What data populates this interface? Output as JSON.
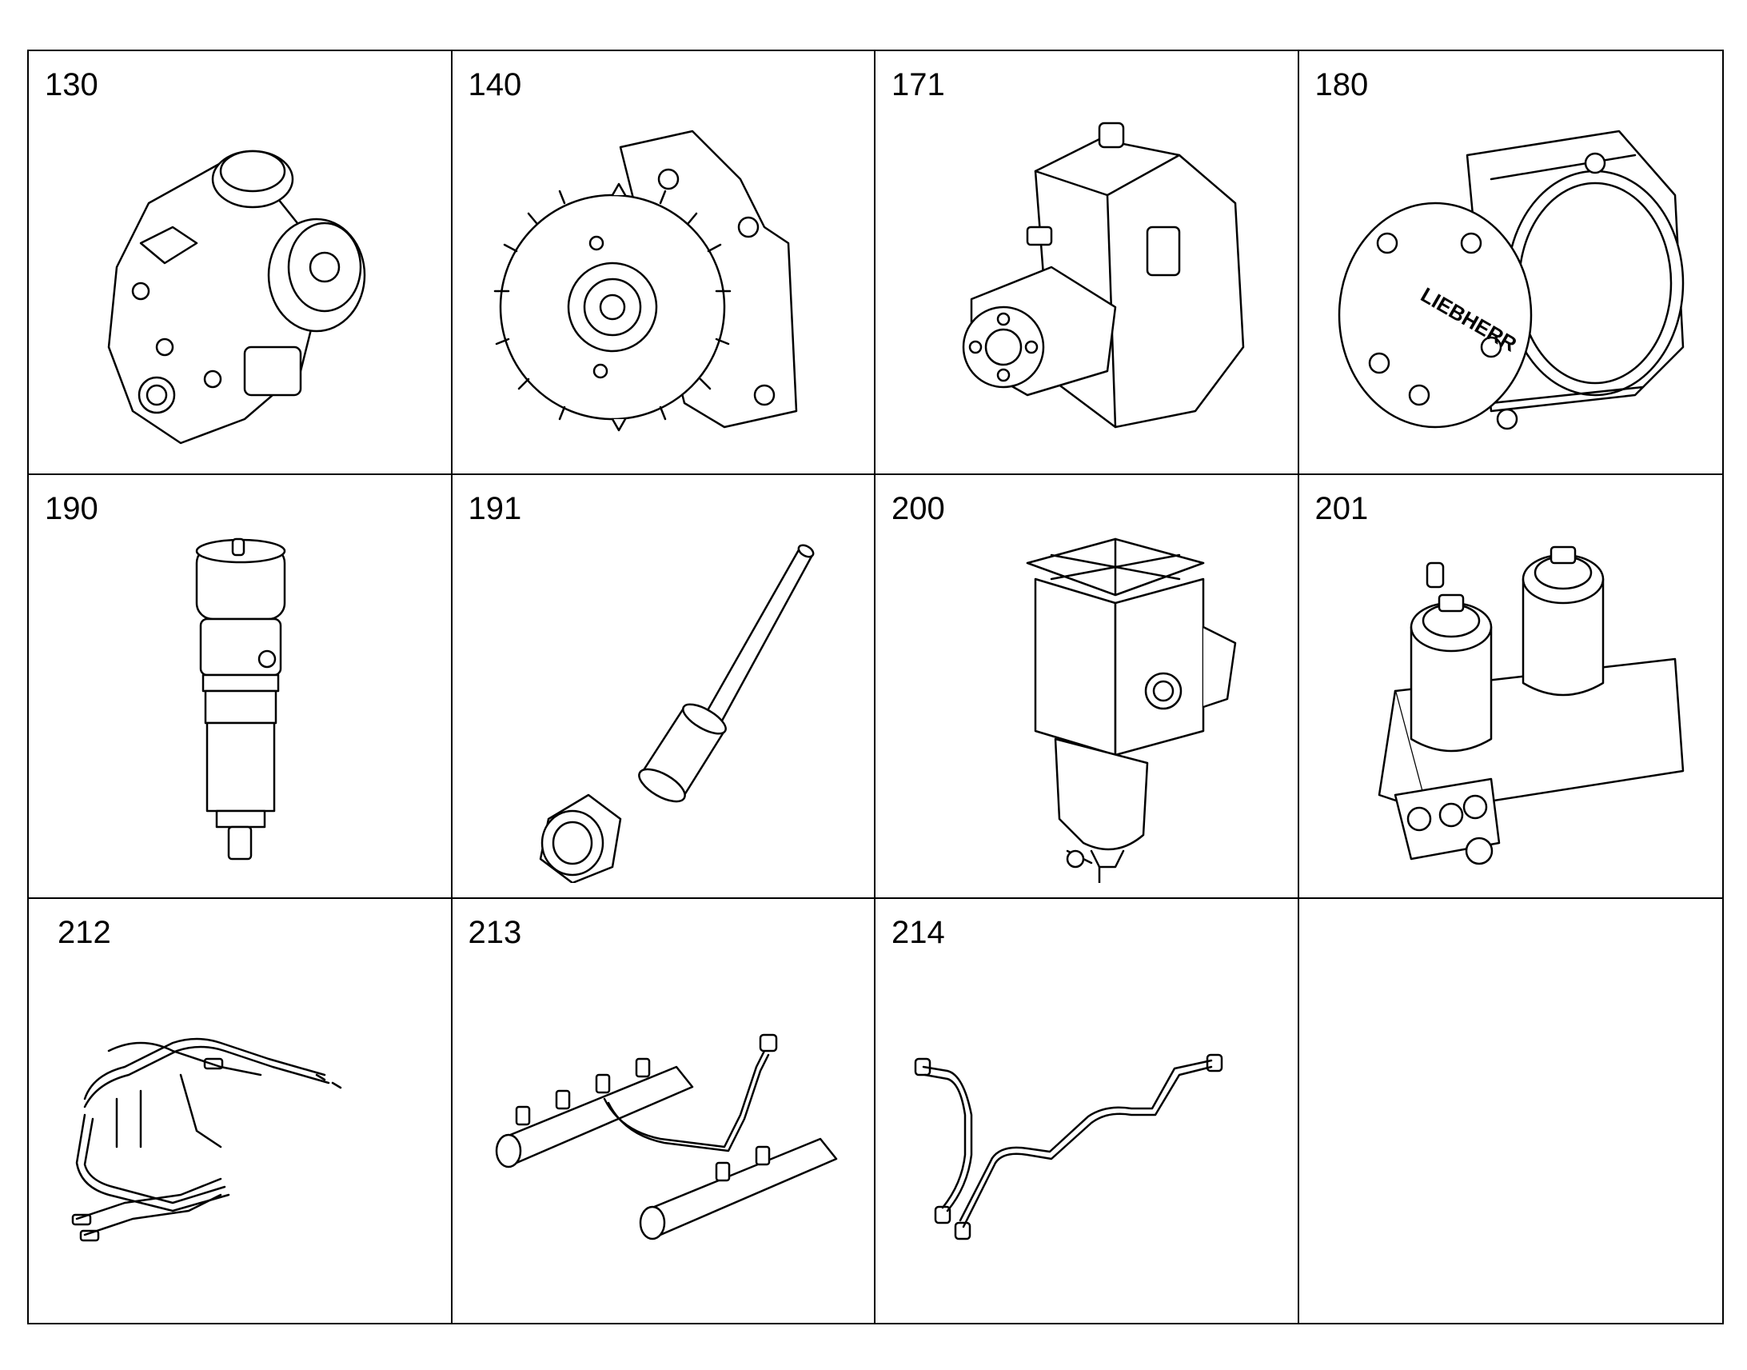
{
  "parts": [
    {
      "number": "130",
      "icon": "fuel-pump-filter-assembly-icon"
    },
    {
      "number": "140",
      "icon": "gear-pump-icon"
    },
    {
      "number": "171",
      "icon": "high-pressure-pump-icon"
    },
    {
      "number": "180",
      "icon": "compressor-icon"
    },
    {
      "number": "190",
      "icon": "injector-icon"
    },
    {
      "number": "191",
      "icon": "pressure-pipe-connector-icon"
    },
    {
      "number": "200",
      "icon": "fuel-prefilter-icon"
    },
    {
      "number": "201",
      "icon": "fuel-filter-housing-icon"
    },
    {
      "number": "212",
      "icon": "fuel-lines-icon"
    },
    {
      "number": "213",
      "icon": "common-rail-icon"
    },
    {
      "number": "214",
      "icon": "injection-pipe-icon"
    },
    {
      "number": "",
      "icon": ""
    }
  ]
}
